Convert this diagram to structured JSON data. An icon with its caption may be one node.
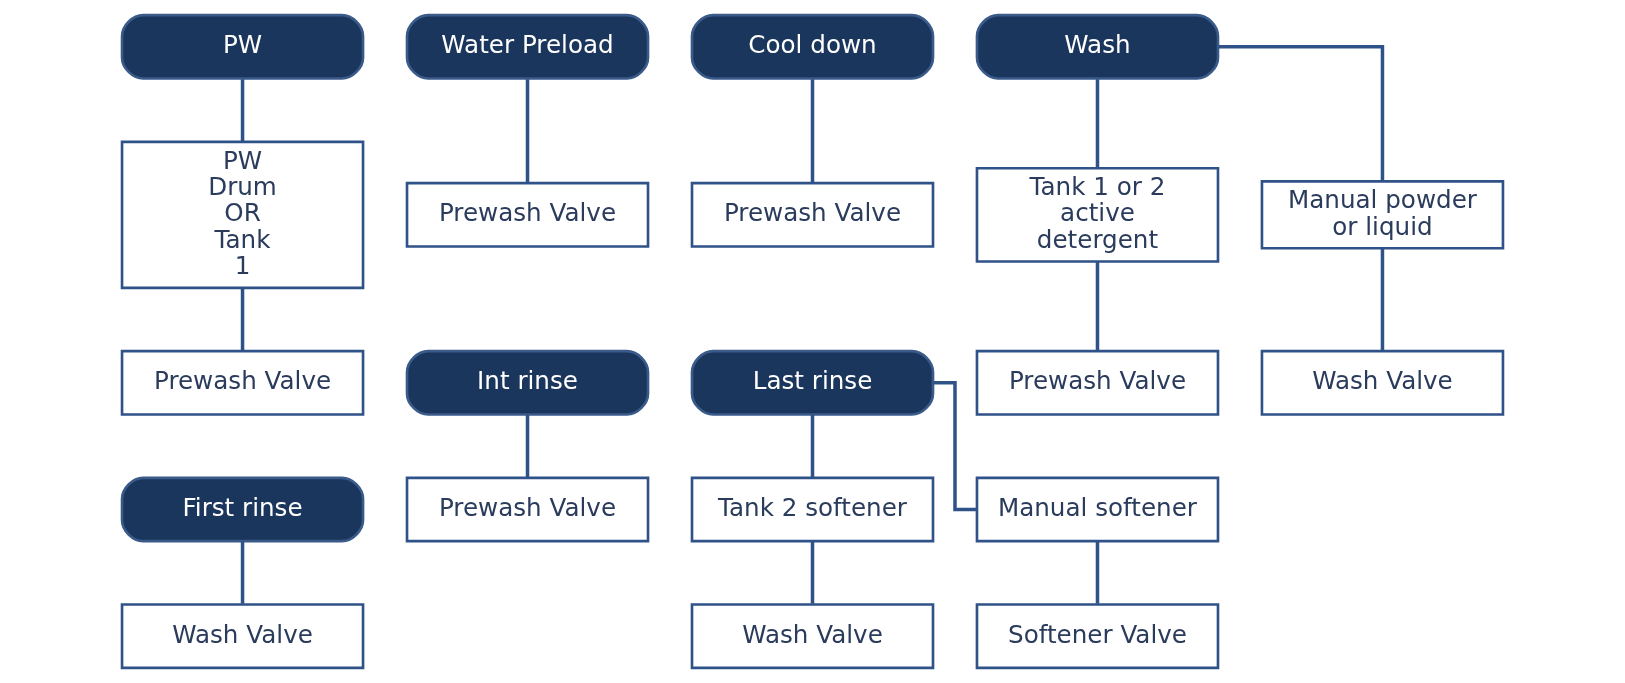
{
  "diagram": {
    "nodes": [
      {
        "text": [
          "PW"
        ]
      },
      {
        "text": [
          "PW Drum OR Tank 1"
        ]
      },
      {
        "text": [
          "Prewash Valve"
        ]
      },
      {
        "text": [
          "Water Preload"
        ]
      },
      {
        "text": [
          "Prewash Valve"
        ]
      },
      {
        "text": [
          "Cool down"
        ]
      },
      {
        "text": [
          "Prewash Valve"
        ]
      },
      {
        "text": [
          "Wash"
        ]
      },
      {
        "text": [
          "Tank 1 or 2 active detergent"
        ]
      },
      {
        "text": [
          "Manual powder or liquid"
        ]
      },
      {
        "text": [
          "Prewash Valve"
        ]
      },
      {
        "text": [
          "Wash Valve"
        ]
      },
      {
        "text": [
          "First rinse"
        ]
      },
      {
        "text": [
          "Wash Valve"
        ]
      },
      {
        "text": [
          "Int rinse"
        ]
      },
      {
        "text": [
          "Prewash Valve"
        ]
      },
      {
        "text": [
          "Last rinse"
        ]
      },
      {
        "text": [
          "Tank 2 softener"
        ]
      },
      {
        "text": [
          "Manual softener"
        ]
      },
      {
        "text": [
          "Wash Valve"
        ]
      },
      {
        "text": [
          "Softener Valve"
        ]
      }
    ],
    "edges": [
      {
        "from": 0,
        "to": 1,
        "arrow": "none"
      },
      {
        "from": 1,
        "to": 2,
        "arrow": "none"
      },
      {
        "from": 3,
        "to": 4,
        "arrow": "none"
      },
      {
        "from": 5,
        "to": 6,
        "arrow": "none"
      },
      {
        "from": 7,
        "to": 8,
        "arrow": "none"
      },
      {
        "from": 7,
        "to": 9,
        "arrow": "none"
      },
      {
        "from": 8,
        "to": 10,
        "arrow": "none"
      },
      {
        "from": 9,
        "to": 11,
        "arrow": "none"
      },
      {
        "from": 12,
        "to": 13,
        "arrow": "none"
      },
      {
        "from": 14,
        "to": 15,
        "arrow": "none"
      },
      {
        "from": 16,
        "to": 17,
        "arrow": "none"
      },
      {
        "from": 16,
        "to": 18,
        "arrow": "none"
      },
      {
        "from": 17,
        "to": 19,
        "arrow": "none"
      },
      {
        "from": 18,
        "to": 20,
        "arrow": "none"
      }
    ]
  }
}
